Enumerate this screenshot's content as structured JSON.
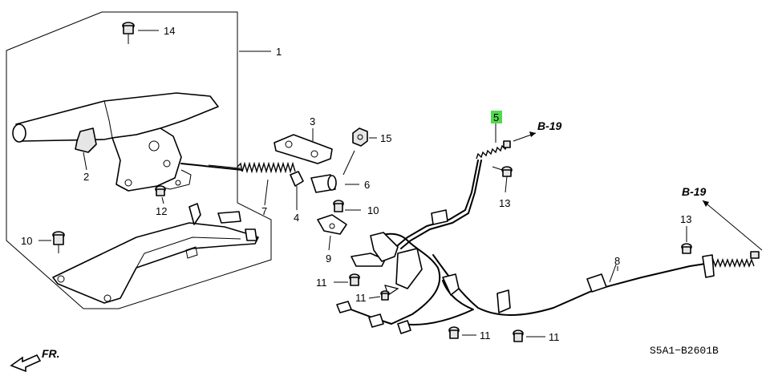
{
  "callouts": {
    "p1": "1",
    "p2": "2",
    "p3": "3",
    "p4": "4",
    "p5": "5",
    "p6": "6",
    "p7": "7",
    "p8": "8",
    "p9": "9",
    "p10a": "10",
    "p10b": "10",
    "p11a": "11",
    "p11b": "11",
    "p11c": "11",
    "p11d": "11",
    "p12": "12",
    "p13a": "13",
    "p13b": "13",
    "p14": "14",
    "p15": "15"
  },
  "references": {
    "ref_a": "B-19",
    "ref_b": "B-19"
  },
  "front_label": "FR.",
  "diagram_code": "S5A1−B2601B",
  "colors": {
    "highlight": "#52d84e",
    "line": "#000000"
  }
}
